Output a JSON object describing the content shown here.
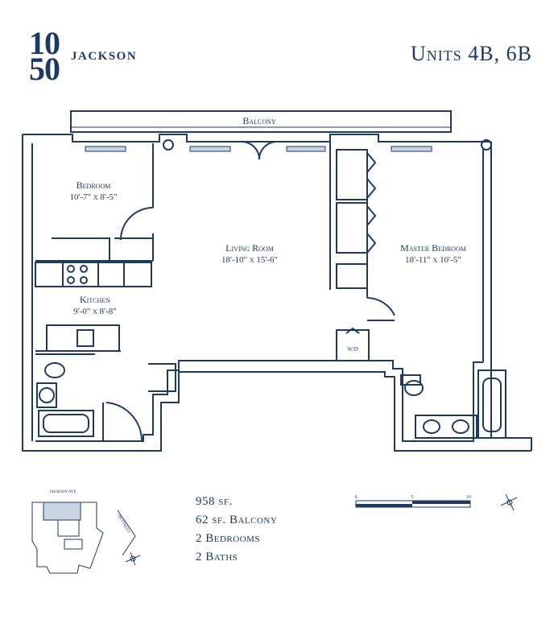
{
  "brand": {
    "number_top": "10",
    "number_bottom": "50",
    "name": "JACKSON"
  },
  "title": "Units 4B, 6B",
  "rooms": {
    "balcony": "Balcony",
    "bedroom_name": "Bedroom",
    "bedroom_dims": "10'-7\" x 8'-5\"",
    "living_name": "Living Room",
    "living_dims": "18'-10\" x 15'-6\"",
    "master_name": "Master Bedroom",
    "master_dims": "18'-11\" x 10'-5\"",
    "kitchen_name": "Kitchen",
    "kitchen_dims": "9'-0\" x 8'-8\"",
    "wd": "W/D"
  },
  "stats": [
    "958 sf.",
    "62 sf. Balcony",
    "2 Bedrooms",
    "2 Baths"
  ],
  "keyplan": {
    "street_top": "JACKSON AVE",
    "street_side": "5th STREET"
  },
  "scale": {
    "labels": [
      "0",
      "5",
      "10"
    ]
  },
  "colors": {
    "ink": "#1d3a64",
    "fill": "#c9d3e2"
  }
}
